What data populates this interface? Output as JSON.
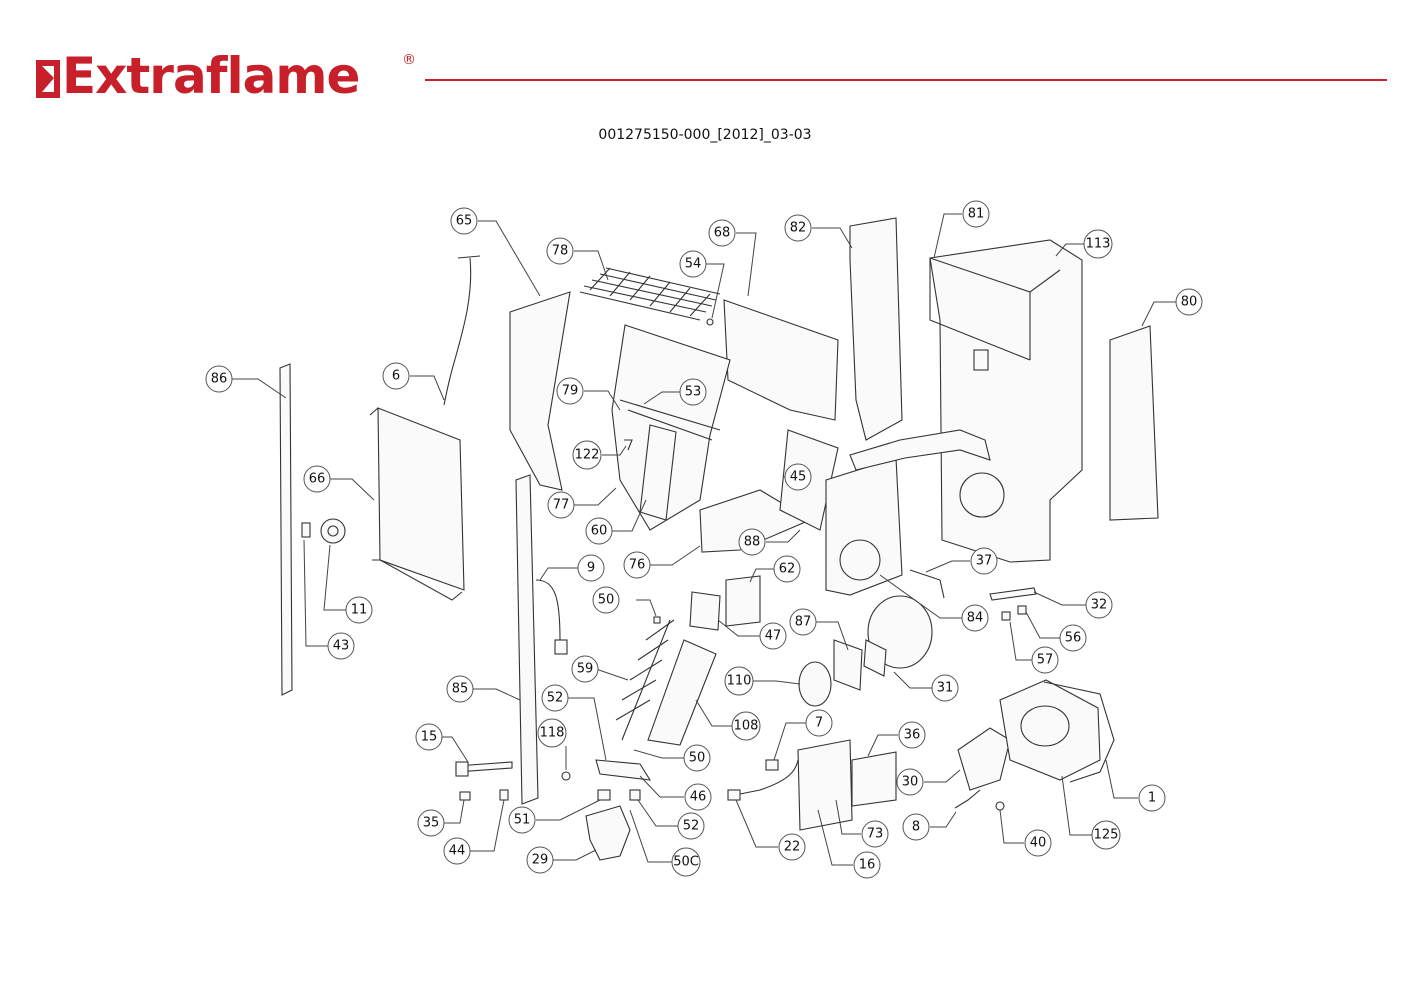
{
  "header": {
    "brand": "Extraflame",
    "registered_mark": "®",
    "brand_color": "#c8202a",
    "document_code": "001275150-000_[2012]_03-03"
  },
  "callouts": [
    "86",
    "6",
    "65",
    "78",
    "68",
    "54",
    "82",
    "81",
    "113",
    "80",
    "79",
    "53",
    "122",
    "77",
    "60",
    "66",
    "9",
    "76",
    "88",
    "45",
    "37",
    "84",
    "32",
    "62",
    "50",
    "47",
    "87",
    "31",
    "56",
    "57",
    "11",
    "43",
    "59",
    "110",
    "85",
    "52",
    "118",
    "108",
    "50",
    "7",
    "36",
    "15",
    "46",
    "30",
    "1",
    "35",
    "44",
    "51",
    "52",
    "29",
    "50C",
    "22",
    "16",
    "73",
    "8",
    "40",
    "125"
  ]
}
